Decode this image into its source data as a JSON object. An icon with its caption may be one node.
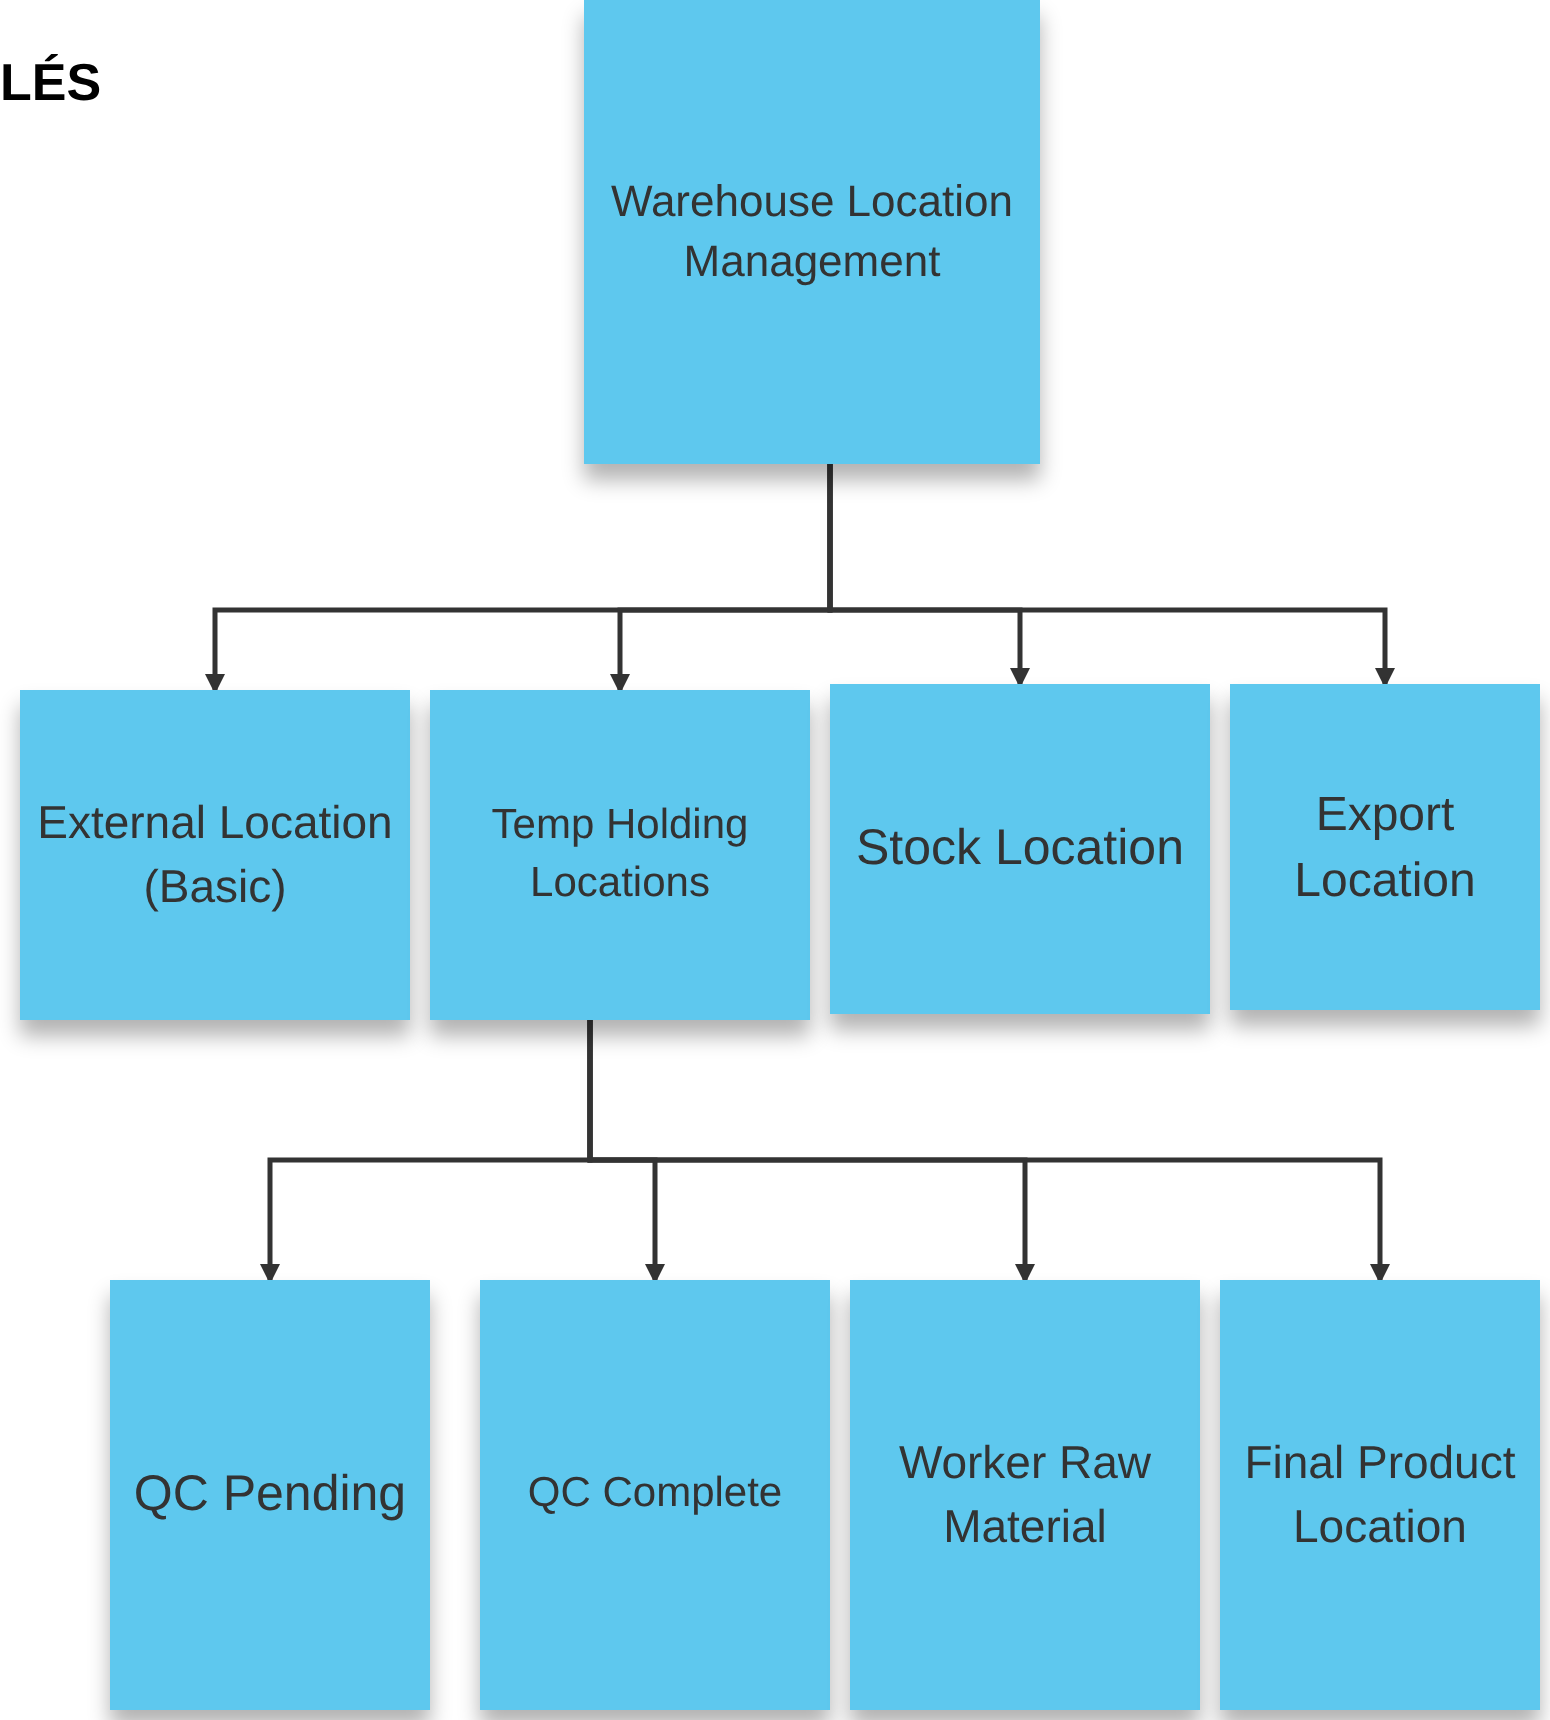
{
  "diagram": {
    "nodes": [
      {
        "text": [
          "Warehouse Location Management"
        ]
      },
      {
        "text": [
          "External Location (Basic)"
        ]
      },
      {
        "text": [
          "Temp Holding Locations"
        ]
      },
      {
        "text": [
          "Stock Location"
        ]
      },
      {
        "text": [
          "Export Location"
        ]
      },
      {
        "text": [
          "QC Pending"
        ]
      },
      {
        "text": [
          "QC Complete"
        ]
      },
      {
        "text": [
          "Worker Raw Material"
        ]
      },
      {
        "text": [
          "Final Product Location"
        ]
      }
    ],
    "edges": [
      {
        "from": 0,
        "to": 1,
        "arrow": "to"
      },
      {
        "from": 0,
        "to": 2,
        "arrow": "to"
      },
      {
        "from": 0,
        "to": 3,
        "arrow": "to"
      },
      {
        "from": 0,
        "to": 4,
        "arrow": "to"
      },
      {
        "from": 2,
        "to": 5,
        "arrow": "to"
      },
      {
        "from": 2,
        "to": 6,
        "arrow": "to"
      },
      {
        "from": 2,
        "to": 7,
        "arrow": "to"
      },
      {
        "from": 2,
        "to": 8,
        "arrow": "to"
      }
    ],
    "labels": [
      "LÉS"
    ]
  }
}
